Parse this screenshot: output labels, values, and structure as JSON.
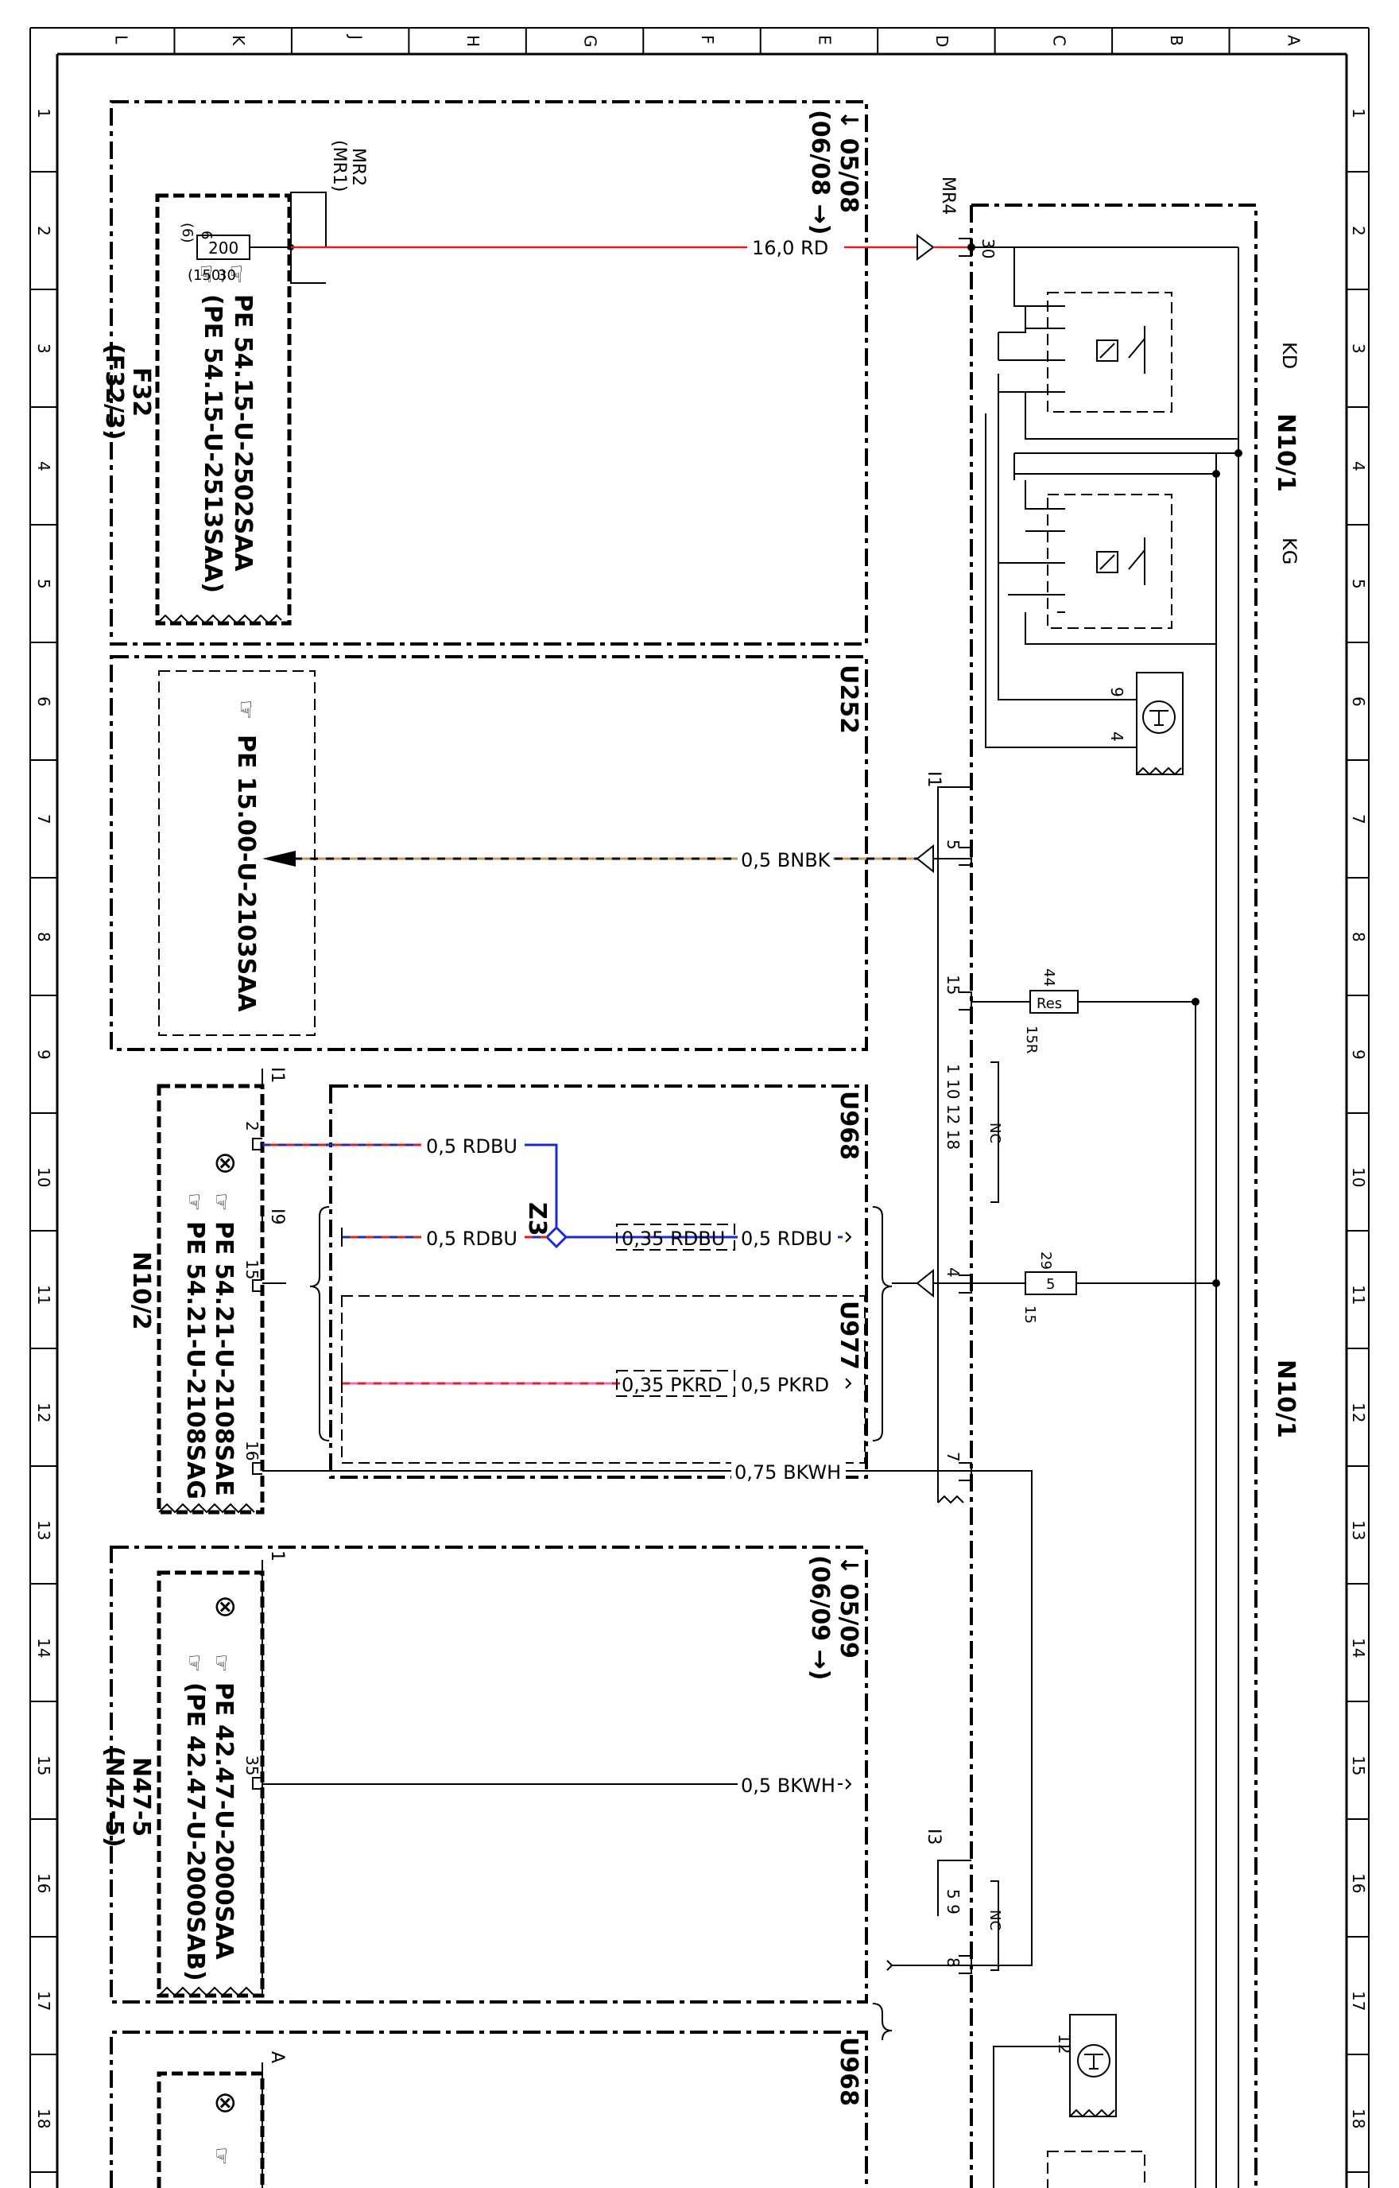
{
  "grid": {
    "columns": [
      "L",
      "K",
      "J",
      "H",
      "G",
      "F",
      "E",
      "D",
      "C",
      "B",
      "A"
    ],
    "rows": [
      "1",
      "2",
      "3",
      "4",
      "5",
      "6",
      "7",
      "8",
      "9",
      "10",
      "11",
      "12",
      "13",
      "14",
      "15",
      "16",
      "17",
      "18"
    ]
  },
  "colors": {
    "red": "#e0201c",
    "blue": "#1a2ccf",
    "brown": "#c8935a",
    "black": "#000000",
    "pink": "#e86fb0"
  },
  "modules": {
    "n10_1": {
      "label": "N10/1",
      "relays": [
        "KD",
        "KG"
      ]
    },
    "f32": {
      "label": "F32",
      "alt_label": "(F32/3)",
      "ref1": "PE 54.15-U-2502SAA",
      "ref2": "(PE 54.15-U-2513SAA)",
      "fuse_value": "200",
      "pin_top": "6",
      "pin_top_alt": "(6)",
      "pin_bottom": "30",
      "pin_bottom_alt": "(150)",
      "date_top": "↓ 05/08",
      "date_bottom": "(06/08 →)",
      "mr2": "MR2",
      "mr1": "(MR1)"
    },
    "u252": {
      "label": "U252",
      "ref": "PE 15.00-U-2103SAA"
    },
    "n10_2": {
      "label": "N10/2",
      "ref1": "PE 54.21-U-2108SAE",
      "ref2": "PE 54.21-U-2108SAG",
      "u968": "U968",
      "u977": "U977",
      "z3": "Z3",
      "i1": "I1",
      "i9": "I9",
      "pins": [
        "2",
        "15",
        "16"
      ]
    },
    "n47_5": {
      "label": "N47-5",
      "alt_label": "(N47-5)",
      "ref1": "PE 42.47-U-2000SAA",
      "ref2": "(PE 42.47-U-2000SAB)",
      "date_top": "↓ 05/09",
      "date_bottom": "(06/09 →)",
      "pin_top": "1",
      "pin_wire": "35"
    },
    "bottom_block": {
      "label": "U968",
      "pin": "A"
    }
  },
  "connectors": {
    "mr4": "MR4",
    "i1": "I1",
    "i3": "I3",
    "pin30": "30",
    "pin9": "9",
    "pin4_trans": "4",
    "pin5": "5",
    "pin15": "15",
    "pins_nc1": "1 10 12 18",
    "nc": "NC",
    "pin4": "4",
    "pin7": "7",
    "pins_nc2": "5 9",
    "pin8": "8",
    "pin12": "12",
    "res_num": "44",
    "res_label": "Res",
    "res_sub": "15R",
    "fuse_num": "29",
    "fuse_val": "5",
    "fuse_sub": "15"
  },
  "wires": {
    "w1": "16,0 RD",
    "w2": "0,5 BNBK",
    "w3": "0,5 RDBU",
    "w4": "0,5 RDBU",
    "w5a": "0,35 RDBU",
    "w5b": "0,5 RDBU",
    "w6a": "0,35 PKRD",
    "w6b": "0,5 PKRD",
    "w7": "0,75 BKWH",
    "w8": "0,5 BKWH"
  }
}
